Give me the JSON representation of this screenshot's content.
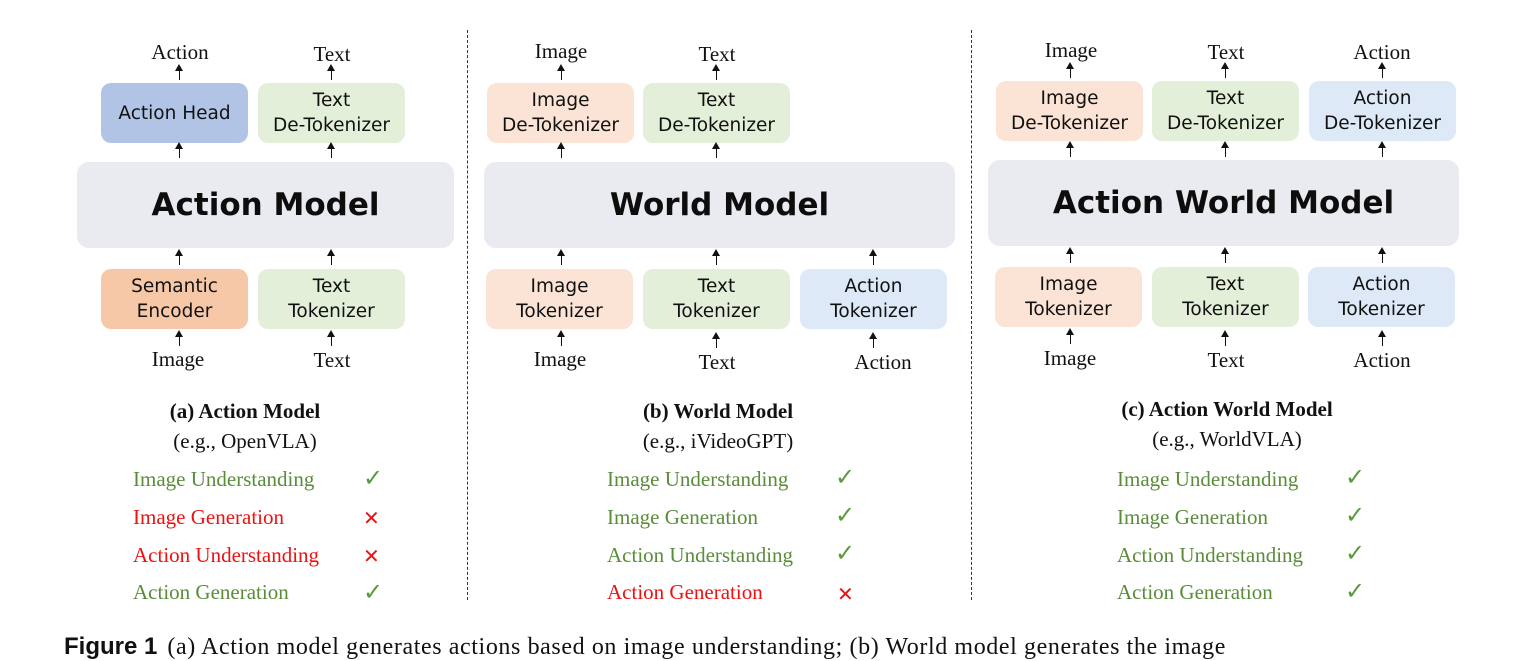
{
  "panels": [
    {
      "model_name": "Action Model",
      "caption_title": "(a) Action Model",
      "caption_example": "(e.g., OpenVLA)",
      "outputs": [
        {
          "box": "Action Head",
          "io": "Action"
        },
        {
          "box": "Text\nDe-Tokenizer",
          "io": "Text"
        }
      ],
      "inputs": [
        {
          "box": "Semantic\nEncoder",
          "io": "Image"
        },
        {
          "box": "Text\nTokenizer",
          "io": "Text"
        }
      ],
      "capabilities": [
        {
          "label": "Image Understanding",
          "supported": true
        },
        {
          "label": "Image Generation",
          "supported": false
        },
        {
          "label": "Action Understanding",
          "supported": false
        },
        {
          "label": "Action Generation",
          "supported": true
        }
      ]
    },
    {
      "model_name": "World Model",
      "caption_title": "(b) World Model",
      "caption_example": "(e.g., iVideoGPT)",
      "outputs": [
        {
          "box": "Image\nDe-Tokenizer",
          "io": "Image"
        },
        {
          "box": "Text\nDe-Tokenizer",
          "io": "Text"
        }
      ],
      "inputs": [
        {
          "box": "Image\nTokenizer",
          "io": "Image"
        },
        {
          "box": "Text\nTokenizer",
          "io": "Text"
        },
        {
          "box": "Action\nTokenizer",
          "io": "Action"
        }
      ],
      "capabilities": [
        {
          "label": "Image Understanding",
          "supported": true
        },
        {
          "label": "Image Generation",
          "supported": true
        },
        {
          "label": "Action Understanding",
          "supported": true
        },
        {
          "label": "Action Generation",
          "supported": false
        }
      ]
    },
    {
      "model_name": "Action World Model",
      "caption_title": "(c) Action World Model",
      "caption_example": "(e.g., WorldVLA)",
      "outputs": [
        {
          "box": "Image\nDe-Tokenizer",
          "io": "Image"
        },
        {
          "box": "Text\nDe-Tokenizer",
          "io": "Text"
        },
        {
          "box": "Action\nDe-Tokenizer",
          "io": "Action"
        }
      ],
      "inputs": [
        {
          "box": "Image\nTokenizer",
          "io": "Image"
        },
        {
          "box": "Text\nTokenizer",
          "io": "Text"
        },
        {
          "box": "Action\nTokenizer",
          "io": "Action"
        }
      ],
      "capabilities": [
        {
          "label": "Image Understanding",
          "supported": true
        },
        {
          "label": "Image Generation",
          "supported": true
        },
        {
          "label": "Action Understanding",
          "supported": true
        },
        {
          "label": "Action Generation",
          "supported": true
        }
      ]
    }
  ],
  "marks": {
    "yes": "✓",
    "no": "✕"
  },
  "colors": {
    "action_head": "#b1c4e6",
    "text_module": "#e3efd9",
    "semantic_encoder": "#f6c8a8",
    "image_module": "#fbe4d6",
    "action_module": "#dde9f7",
    "model_block": "#e9ebf0",
    "supported_text": "#5a8c3a",
    "unsupported_text": "#ee1111"
  },
  "figure_caption": {
    "label": "Figure 1",
    "text": "(a) Action model generates actions based on image understanding; (b) World model generates the image"
  }
}
